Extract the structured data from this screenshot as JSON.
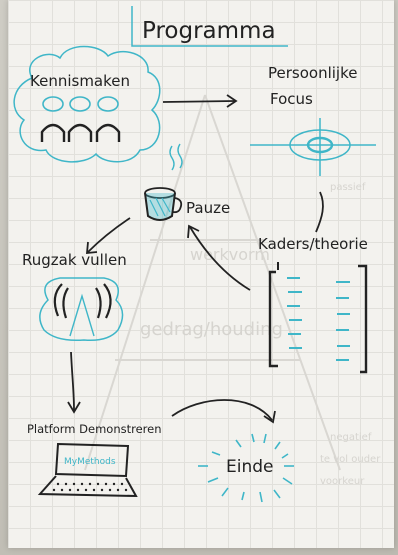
{
  "title": "Programma",
  "nodes": {
    "kennismaken": "Kennismaken",
    "persoonlijke_focus_line1": "Persoonlijke",
    "persoonlijke_focus_line2": "Focus",
    "pauze": "Pauze",
    "kaders_theorie": "Kaders/theorie",
    "rugzak_vullen": "Rugzak vullen",
    "platform_demonstreren": "Platform Demonstreren",
    "laptop_screen": "MyMethods",
    "einde": "Einde"
  },
  "ghost_text": {
    "pyramid_middle": "werkvorm",
    "pyramid_lower": "gedrag/houding",
    "right_notes": [
      "passief",
      "negatief",
      "te vol ouder",
      "voorkeur"
    ]
  },
  "colors": {
    "marker_black": "#222222",
    "marker_cyan": "#3fb6c8",
    "paper": "#f3f2ee",
    "grid": "#e1e0db"
  }
}
